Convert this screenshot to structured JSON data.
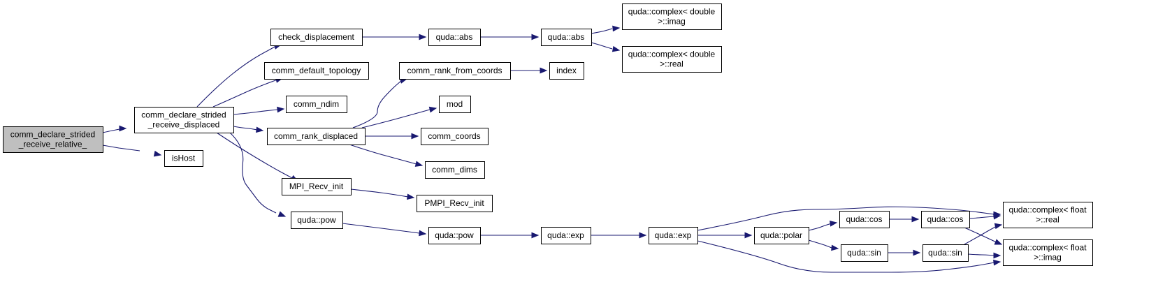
{
  "diagram": {
    "edge_color": "#191970",
    "root_fill": "#bfbfbf",
    "nodes": [
      {
        "id": "n0",
        "lines": [
          "comm_declare_strided",
          "_receive_relative_"
        ],
        "root": true
      },
      {
        "id": "n1",
        "lines": [
          "comm_declare_strided",
          "_receive_displaced"
        ]
      },
      {
        "id": "n2",
        "lines": [
          "isHost"
        ]
      },
      {
        "id": "n3",
        "lines": [
          "check_displacement"
        ]
      },
      {
        "id": "n4",
        "lines": [
          "comm_default_topology"
        ]
      },
      {
        "id": "n5",
        "lines": [
          "comm_ndim"
        ]
      },
      {
        "id": "n6",
        "lines": [
          "comm_rank_displaced"
        ]
      },
      {
        "id": "n7",
        "lines": [
          "MPI_Recv_init"
        ]
      },
      {
        "id": "n8",
        "lines": [
          "quda::pow"
        ]
      },
      {
        "id": "n9",
        "lines": [
          "quda::abs"
        ]
      },
      {
        "id": "n10",
        "lines": [
          "quda::abs"
        ]
      },
      {
        "id": "n11",
        "lines": [
          "quda::complex< double",
          ">::imag"
        ]
      },
      {
        "id": "n12",
        "lines": [
          "quda::complex< double",
          ">::real"
        ]
      },
      {
        "id": "n13",
        "lines": [
          "comm_rank_from_coords"
        ]
      },
      {
        "id": "n14",
        "lines": [
          "index"
        ]
      },
      {
        "id": "n15",
        "lines": [
          "mod"
        ]
      },
      {
        "id": "n16",
        "lines": [
          "comm_coords"
        ]
      },
      {
        "id": "n17",
        "lines": [
          "comm_dims"
        ]
      },
      {
        "id": "n18",
        "lines": [
          "PMPI_Recv_init"
        ]
      },
      {
        "id": "n19",
        "lines": [
          "quda::pow"
        ]
      },
      {
        "id": "n20",
        "lines": [
          "quda::exp"
        ]
      },
      {
        "id": "n21",
        "lines": [
          "quda::exp"
        ]
      },
      {
        "id": "n22",
        "lines": [
          "quda::polar"
        ]
      },
      {
        "id": "n23",
        "lines": [
          "quda::cos"
        ]
      },
      {
        "id": "n24",
        "lines": [
          "quda::cos"
        ]
      },
      {
        "id": "n25",
        "lines": [
          "quda::sin"
        ]
      },
      {
        "id": "n26",
        "lines": [
          "quda::sin"
        ]
      },
      {
        "id": "n27",
        "lines": [
          "quda::complex< float",
          ">::real"
        ]
      },
      {
        "id": "n28",
        "lines": [
          "quda::complex< float",
          ">::imag"
        ]
      }
    ],
    "edges": [
      {
        "from": "n0",
        "to": "n1"
      },
      {
        "from": "n0",
        "to": "n2"
      },
      {
        "from": "n1",
        "to": "n3"
      },
      {
        "from": "n1",
        "to": "n4"
      },
      {
        "from": "n1",
        "to": "n5"
      },
      {
        "from": "n1",
        "to": "n6"
      },
      {
        "from": "n1",
        "to": "n7"
      },
      {
        "from": "n1",
        "to": "n8"
      },
      {
        "from": "n3",
        "to": "n9"
      },
      {
        "from": "n9",
        "to": "n10"
      },
      {
        "from": "n10",
        "to": "n11"
      },
      {
        "from": "n10",
        "to": "n12"
      },
      {
        "from": "n6",
        "to": "n13"
      },
      {
        "from": "n13",
        "to": "n14"
      },
      {
        "from": "n6",
        "to": "n15"
      },
      {
        "from": "n6",
        "to": "n16"
      },
      {
        "from": "n6",
        "to": "n17"
      },
      {
        "from": "n7",
        "to": "n18"
      },
      {
        "from": "n8",
        "to": "n19"
      },
      {
        "from": "n19",
        "to": "n20"
      },
      {
        "from": "n20",
        "to": "n21"
      },
      {
        "from": "n21",
        "to": "n22"
      },
      {
        "from": "n21",
        "to": "n27"
      },
      {
        "from": "n21",
        "to": "n28"
      },
      {
        "from": "n22",
        "to": "n23"
      },
      {
        "from": "n22",
        "to": "n25"
      },
      {
        "from": "n23",
        "to": "n24"
      },
      {
        "from": "n24",
        "to": "n27"
      },
      {
        "from": "n24",
        "to": "n28"
      },
      {
        "from": "n25",
        "to": "n26"
      },
      {
        "from": "n26",
        "to": "n27"
      },
      {
        "from": "n26",
        "to": "n28"
      }
    ]
  }
}
